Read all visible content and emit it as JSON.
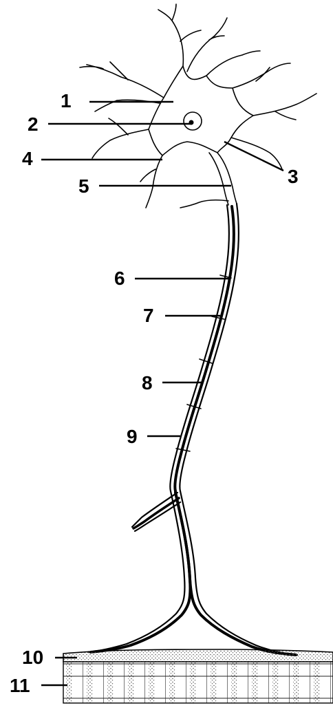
{
  "diagram": {
    "labels": [
      {
        "id": "1",
        "text": "1"
      },
      {
        "id": "2",
        "text": "2"
      },
      {
        "id": "3",
        "text": "3"
      },
      {
        "id": "4",
        "text": "4"
      },
      {
        "id": "5",
        "text": "5"
      },
      {
        "id": "6",
        "text": "6"
      },
      {
        "id": "7",
        "text": "7"
      },
      {
        "id": "8",
        "text": "8"
      },
      {
        "id": "9",
        "text": "9"
      },
      {
        "id": "10",
        "text": "10"
      },
      {
        "id": "11",
        "text": "11"
      }
    ],
    "colors": {
      "ink": "#000000",
      "background": "#ffffff",
      "stipple": "#6a6a6a"
    }
  }
}
